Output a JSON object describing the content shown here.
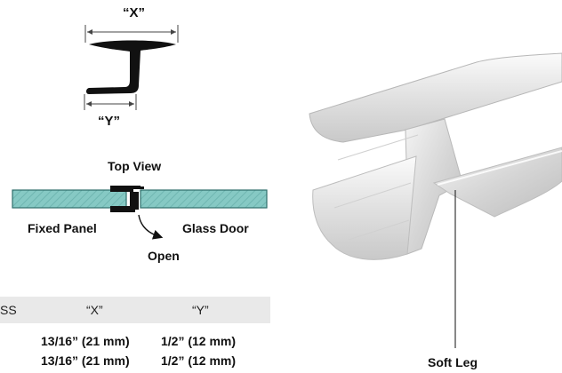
{
  "diagram": {
    "dimension_x_label": "“X”",
    "dimension_y_label": "“Y”",
    "top_view_label": "Top View",
    "fixed_panel_label": "Fixed Panel",
    "glass_door_label": "Glass Door",
    "open_label": "Open",
    "soft_leg_label": "Soft Leg"
  },
  "table": {
    "headers": [
      "SS",
      "“X”",
      "“Y”"
    ],
    "rows": [
      [
        "",
        "13/16” (21 mm)",
        "1/2” (12 mm)"
      ],
      [
        "",
        "13/16” (21 mm)",
        "1/2” (12 mm)"
      ]
    ]
  },
  "colors": {
    "glass": "#7ec3bf",
    "glass_edge": "#2f6f6c",
    "profile": "#111111",
    "header_bg": "#e9e9e9"
  }
}
